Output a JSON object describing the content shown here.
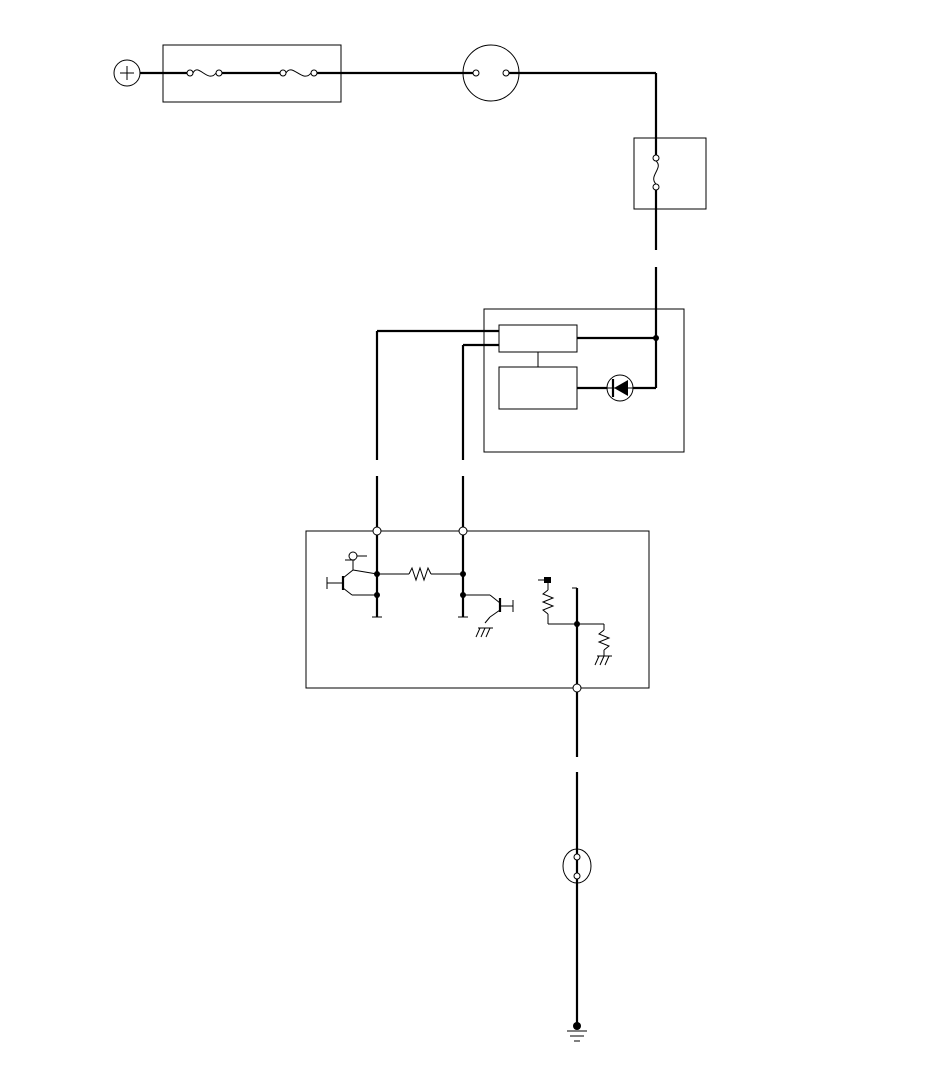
{
  "diagram": {
    "kind": "wiring-schematic",
    "colors": {
      "line": "#000000",
      "background": "#ffffff"
    },
    "components": [
      "battery-positive-terminal",
      "fuse-block",
      "round-connector",
      "switch-unit",
      "control-module",
      "diode",
      "transistor-circuit-unit",
      "ground-connector",
      "ground"
    ],
    "labels": []
  }
}
